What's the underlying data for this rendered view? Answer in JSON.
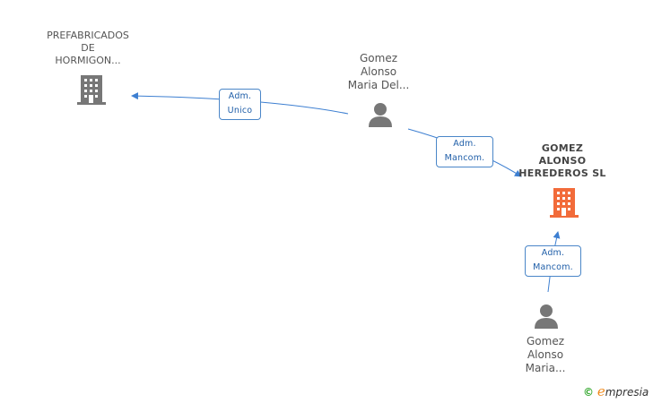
{
  "nodes": {
    "company_prefab": {
      "label_lines": [
        "PREFABRICADOS",
        "DE",
        "HORMIGON..."
      ],
      "icon": "building-icon",
      "color": "#777777"
    },
    "person_maria_del": {
      "label_lines": [
        "Gomez",
        "Alonso",
        "Maria Del..."
      ],
      "icon": "person-icon",
      "color": "#777777"
    },
    "company_main": {
      "label_lines": [
        "GOMEZ",
        "ALONSO",
        "HEREDEROS SL"
      ],
      "icon": "building-icon",
      "color": "#f26b3a"
    },
    "person_maria": {
      "label_lines": [
        "Gomez",
        "Alonso",
        "Maria..."
      ],
      "icon": "person-icon",
      "color": "#777777"
    }
  },
  "edges": {
    "e1": {
      "label_lines": [
        "Adm.",
        "Unico"
      ]
    },
    "e2": {
      "label_lines": [
        "Adm.",
        "Mancom."
      ]
    },
    "e3": {
      "label_lines": [
        "Adm.",
        "Mancom."
      ]
    }
  },
  "colors": {
    "edge": "#3d7fd1",
    "edge_box_border": "#4a86c8",
    "main_company": "#f26b3a",
    "node_gray": "#777777"
  },
  "footer": {
    "copyright_symbol": "©",
    "brand_initial": "e",
    "brand_rest": "mpresia"
  }
}
